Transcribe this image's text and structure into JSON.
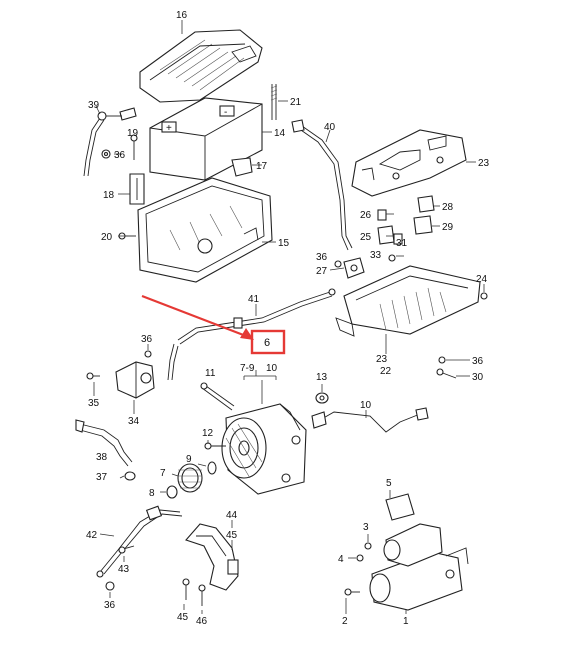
{
  "labels": {
    "l16": "16",
    "l21": "21",
    "l39": "39",
    "l19": "19",
    "l14": "14",
    "l36a": "36",
    "l17": "17",
    "l18": "18",
    "l20": "20",
    "l15": "15",
    "l40": "40",
    "l23a": "23",
    "l28": "28",
    "l26": "26",
    "l25": "25",
    "l29": "29",
    "l31": "31",
    "l33": "33",
    "l36b": "36",
    "l27": "27",
    "l24": "24",
    "l41": "41",
    "l6": "6",
    "l36c": "36",
    "l35": "35",
    "l34": "34",
    "l79": "7-9",
    "l10a": "10",
    "l23b": "23",
    "l22": "22",
    "l36d": "36",
    "l30": "30",
    "l13": "13",
    "l10b": "10",
    "l11": "11",
    "l38": "38",
    "l12": "12",
    "l9": "9",
    "l37": "37",
    "l7": "7",
    "l8": "8",
    "l5": "5",
    "l44": "44",
    "l45a": "45",
    "l3": "3",
    "l42": "42",
    "l4": "4",
    "l43": "43",
    "l1": "1",
    "l36e": "36",
    "l45b": "45",
    "l46": "46",
    "l2": "2"
  },
  "colors": {
    "highlight": "#e53935",
    "linework": "#222222"
  }
}
